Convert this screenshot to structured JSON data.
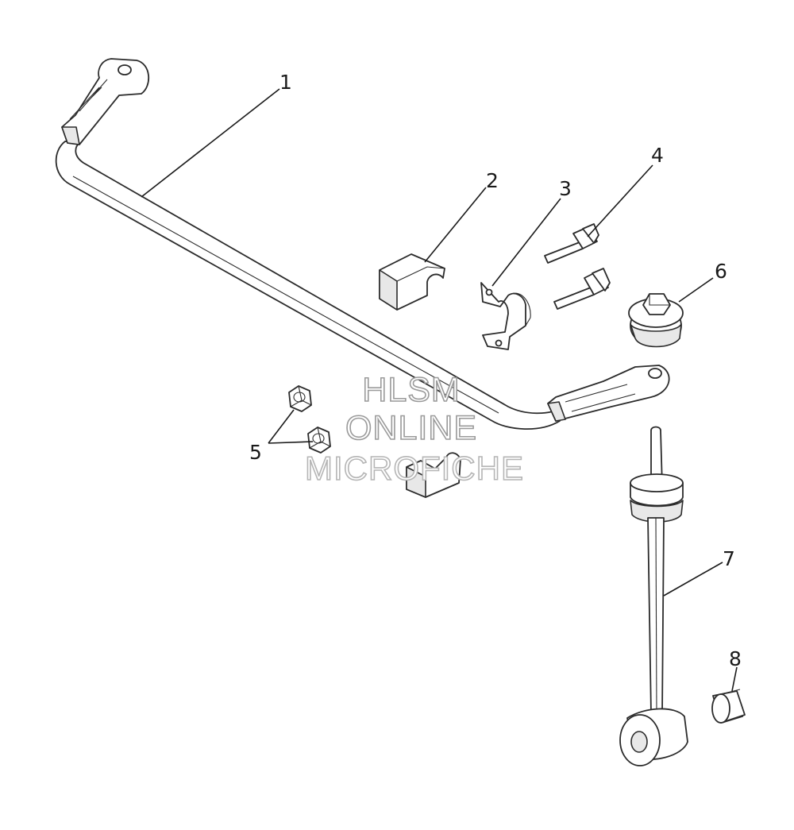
{
  "watermark": {
    "line1": "HLSM",
    "line2": "ONLINE",
    "line3": "MICROFICHE"
  },
  "callouts": {
    "c1": "1",
    "c2": "2",
    "c3": "3",
    "c4": "4",
    "c5": "5",
    "c6": "6",
    "c7": "7",
    "c8": "8"
  }
}
